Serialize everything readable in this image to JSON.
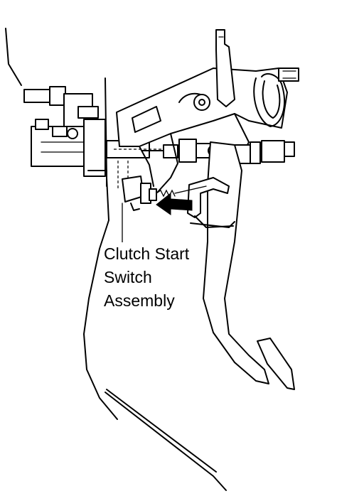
{
  "diagram": {
    "callout": {
      "lines": [
        "Clutch Start",
        "Switch",
        "Assembly"
      ]
    },
    "ink_color": "#000000",
    "paper_color": "#ffffff"
  }
}
